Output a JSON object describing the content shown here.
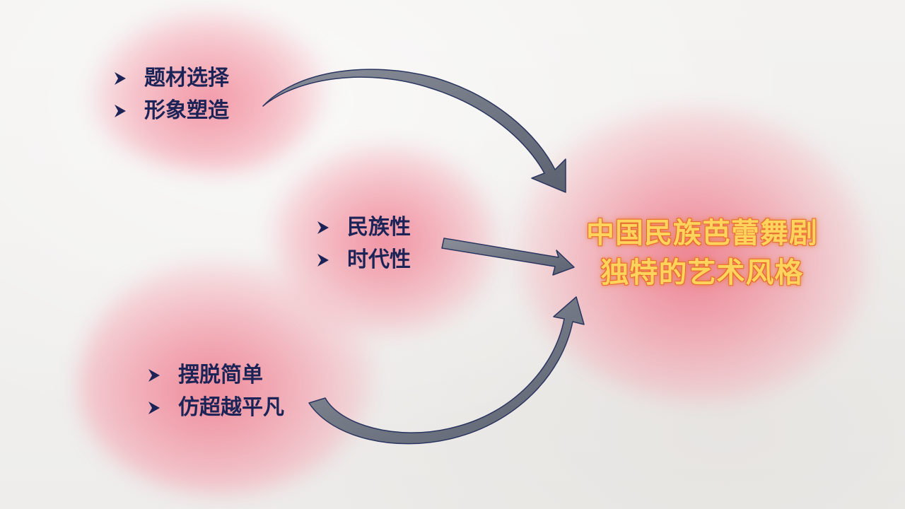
{
  "groups": [
    {
      "items": [
        "题材选择",
        "形象塑造"
      ]
    },
    {
      "items": [
        "民族性",
        "时代性"
      ]
    },
    {
      "items": [
        "摆脱简单",
        "仿超越平凡"
      ]
    }
  ],
  "target": {
    "line1": "中国民族芭蕾舞剧",
    "line2": "独特的艺术风格"
  },
  "colors": {
    "bullet_text": "#1c2457",
    "arrow_fill": "#6d7380",
    "arrow_stroke": "#2a3560",
    "target_text": "#ffd35c",
    "target_glow": "#e86b2e",
    "blob": "#f08a9c"
  },
  "icons": {
    "bullet": "arrow-bullet-icon"
  }
}
